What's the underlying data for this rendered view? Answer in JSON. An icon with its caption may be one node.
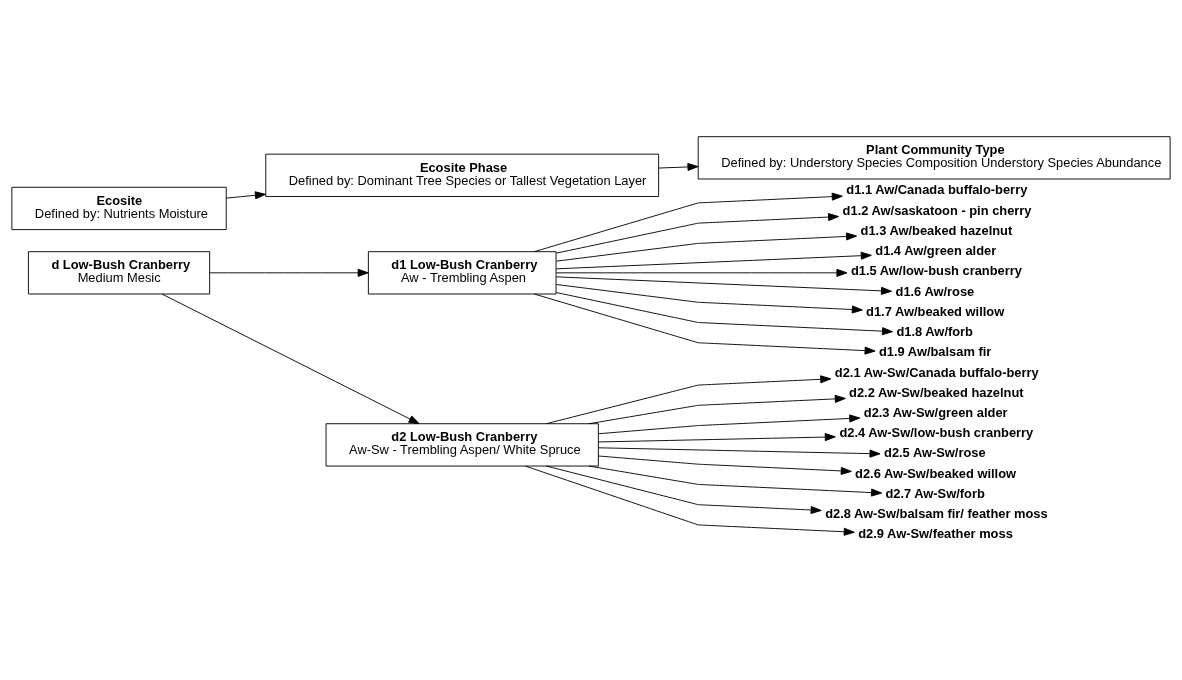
{
  "diagram": {
    "nodes": [
      {
        "text": [
          "Ecosite",
          "Defined by: Nutrients Moisture"
        ]
      },
      {
        "text": [
          "Ecosite Phase",
          "Defined by: Dominant Tree Species or Tallest Vegetation Layer"
        ]
      },
      {
        "text": [
          "Plant Community Type",
          "Defined by: Understory Species Composition Understory Species Abundance"
        ]
      },
      {
        "text": [
          "d Low-Bush Cranberry",
          "Medium Mesic"
        ]
      },
      {
        "text": [
          "d1 Low-Bush Cranberry",
          "Aw - Trembling Aspen"
        ]
      },
      {
        "text": [
          "d2 Low-Bush Cranberry",
          "Aw-Sw - Trembling Aspen/ White Spruce"
        ]
      },
      {
        "text": [
          "d1.1 Aw/Canada buffalo-berry"
        ]
      },
      {
        "text": [
          "d1.2 Aw/saskatoon - pin cherry"
        ]
      },
      {
        "text": [
          "d1.3 Aw/beaked hazelnut"
        ]
      },
      {
        "text": [
          "d1.4 Aw/green alder"
        ]
      },
      {
        "text": [
          "d1.5 Aw/low-bush cranberry"
        ]
      },
      {
        "text": [
          "d1.6 Aw/rose"
        ]
      },
      {
        "text": [
          "d1.7 Aw/beaked willow"
        ]
      },
      {
        "text": [
          "d1.8 Aw/forb"
        ]
      },
      {
        "text": [
          "d1.9 Aw/balsam fir"
        ]
      },
      {
        "text": [
          "d2.1 Aw-Sw/Canada buffalo-berry"
        ]
      },
      {
        "text": [
          "d2.2 Aw-Sw/beaked hazelnut"
        ]
      },
      {
        "text": [
          "d2.3 Aw-Sw/green alder"
        ]
      },
      {
        "text": [
          "d2.4 Aw-Sw/low-bush cranberry"
        ]
      },
      {
        "text": [
          "d2.5 Aw-Sw/rose"
        ]
      },
      {
        "text": [
          "d2.6 Aw-Sw/beaked willow"
        ]
      },
      {
        "text": [
          "d2.7 Aw-Sw/forb"
        ]
      },
      {
        "text": [
          "d2.8 Aw-Sw/balsam fir/ feather moss"
        ]
      },
      {
        "text": [
          "d2.9 Aw-Sw/feather moss"
        ]
      }
    ],
    "edges": [
      {
        "from": 0,
        "to": 1,
        "arrow": "to"
      },
      {
        "from": 1,
        "to": 2,
        "arrow": "to"
      },
      {
        "from": 3,
        "to": 4,
        "arrow": "to"
      },
      {
        "from": 3,
        "to": 5,
        "arrow": "to"
      },
      {
        "from": 4,
        "to": 6,
        "arrow": "to"
      },
      {
        "from": 4,
        "to": 7,
        "arrow": "to"
      },
      {
        "from": 4,
        "to": 8,
        "arrow": "to"
      },
      {
        "from": 4,
        "to": 9,
        "arrow": "to"
      },
      {
        "from": 4,
        "to": 10,
        "arrow": "to"
      },
      {
        "from": 4,
        "to": 11,
        "arrow": "to"
      },
      {
        "from": 4,
        "to": 12,
        "arrow": "to"
      },
      {
        "from": 4,
        "to": 13,
        "arrow": "to"
      },
      {
        "from": 4,
        "to": 14,
        "arrow": "to"
      },
      {
        "from": 5,
        "to": 15,
        "arrow": "to"
      },
      {
        "from": 5,
        "to": 16,
        "arrow": "to"
      },
      {
        "from": 5,
        "to": 17,
        "arrow": "to"
      },
      {
        "from": 5,
        "to": 18,
        "arrow": "to"
      },
      {
        "from": 5,
        "to": 19,
        "arrow": "to"
      },
      {
        "from": 5,
        "to": 20,
        "arrow": "to"
      },
      {
        "from": 5,
        "to": 21,
        "arrow": "to"
      },
      {
        "from": 5,
        "to": 22,
        "arrow": "to"
      },
      {
        "from": 5,
        "to": 23,
        "arrow": "to"
      }
    ]
  }
}
